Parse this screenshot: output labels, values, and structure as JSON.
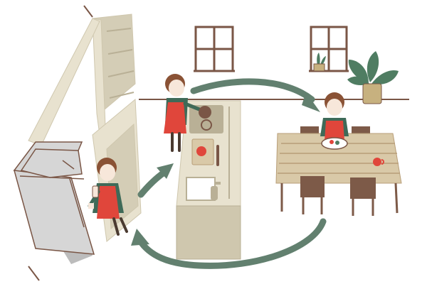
{
  "scene": {
    "kind": "illustration",
    "subject": "kitchen-workflow",
    "figure_count": 3,
    "flow_arrow_count": 3
  },
  "palette": {
    "wall_line": "#7a5646",
    "cabinet": "#e8e2cf",
    "cabinet_shadow": "#d4cdb6",
    "fridge": "#d6d6d6",
    "fridge_shadow": "#bcbcbc",
    "counter": "#e8e2cf",
    "counter_dark": "#cfc7ae",
    "table_wood": "#d9c9a8",
    "table_grain": "#b89e78",
    "chair": "#7d5a48",
    "arrow": "#62806f",
    "apron": "#e0463b",
    "shirt": "#3f6a58",
    "hair": "#8a5235",
    "skin": "#f7e7da",
    "legs": "#4a3a30",
    "plant_leaf": "#4f7d62",
    "pot": "#c7b17f",
    "window_frame": "#7a5646",
    "mug": "#e0463b"
  },
  "icons": {
    "flow_arrows": "curved-arrow-icon",
    "plants": "potted-plant-icon"
  }
}
